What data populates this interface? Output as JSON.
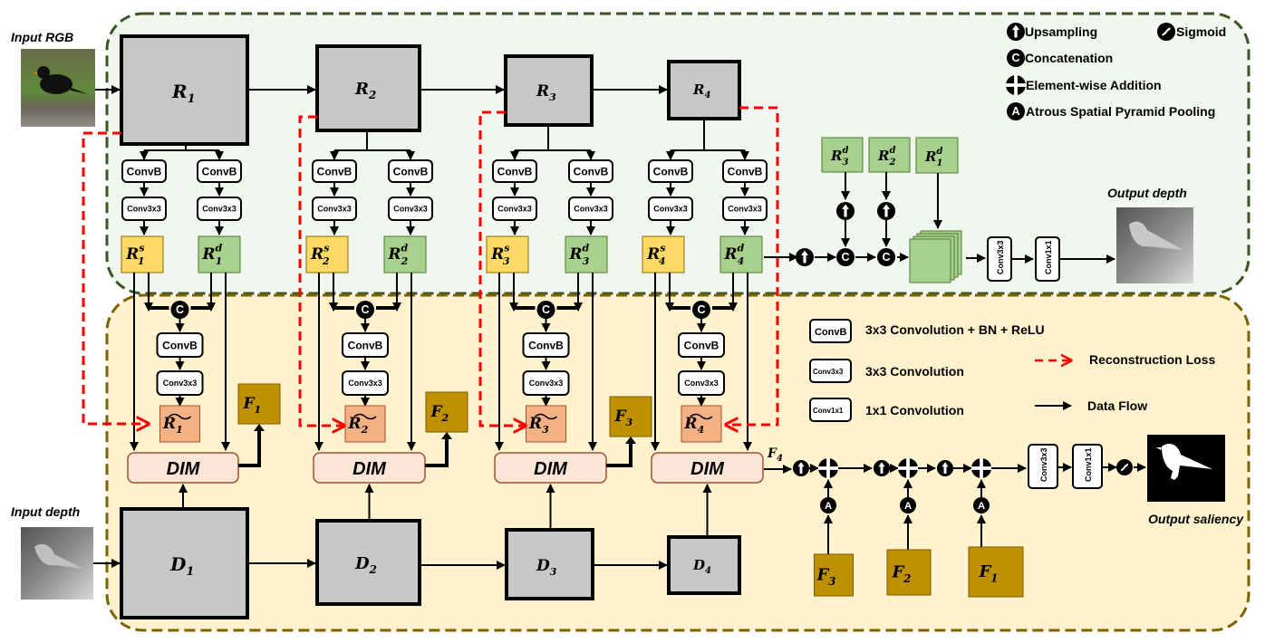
{
  "inputs": {
    "rgb_label": "Input RGB",
    "depth_label": "Input depth"
  },
  "outputs": {
    "depth_label": "Output depth",
    "saliency_label": "Output saliency"
  },
  "rgb_encoder": [
    {
      "name": "R",
      "sub": "1"
    },
    {
      "name": "R",
      "sub": "2"
    },
    {
      "name": "R",
      "sub": "3"
    },
    {
      "name": "R",
      "sub": "4"
    }
  ],
  "depth_encoder": [
    {
      "name": "D",
      "sub": "1"
    },
    {
      "name": "D",
      "sub": "2"
    },
    {
      "name": "D",
      "sub": "3"
    },
    {
      "name": "D",
      "sub": "4"
    }
  ],
  "branch": {
    "convb": "ConvB",
    "conv3x3": "Conv3x3",
    "conv1x1": "Conv1x1",
    "saliency_feature_sup": "s",
    "depth_feature_sup": "d",
    "concat_symbol": "C",
    "dim_label": "DIM",
    "recon_feature": "R"
  },
  "fusion_features": [
    {
      "name": "F",
      "sub": "1"
    },
    {
      "name": "F",
      "sub": "2"
    },
    {
      "name": "F",
      "sub": "3"
    },
    {
      "name": "F",
      "sub": "4"
    }
  ],
  "decoder": {
    "aspp_symbol": "A",
    "depth_decoder_inputs": [
      {
        "name": "R",
        "sup": "d",
        "sub": "3"
      },
      {
        "name": "R",
        "sup": "d",
        "sub": "2"
      },
      {
        "name": "R",
        "sup": "d",
        "sub": "1"
      }
    ],
    "saliency_decoder_inputs": [
      {
        "name": "F",
        "sub": "3"
      },
      {
        "name": "F",
        "sub": "2"
      },
      {
        "name": "F",
        "sub": "1"
      }
    ]
  },
  "legend_top": [
    {
      "icon": "upsampling-icon",
      "label": "Upsampling"
    },
    {
      "icon": "sigmoid-icon",
      "label": "Sigmoid"
    },
    {
      "icon": "concatenation-icon",
      "label": "Concatenation"
    },
    {
      "icon": "addition-icon",
      "label": "Element-wise Addition"
    },
    {
      "icon": "aspp-icon",
      "label": "Atrous Spatial Pyramid Pooling"
    }
  ],
  "legend_bottom": [
    {
      "box": "ConvB",
      "label": "3x3 Convolution + BN + ReLU"
    },
    {
      "box": "Conv3x3",
      "label": "3x3 Convolution"
    },
    {
      "box": "Conv1x1",
      "label": "1x1 Convolution"
    },
    {
      "line": "red-dashed-arrow",
      "label": "Reconstruction Loss"
    },
    {
      "line": "black-arrow",
      "label": "Data Flow"
    }
  ],
  "colors": {
    "rgb_region_bg": "#f1f6ef",
    "rgb_region_border": "#385723",
    "depth_region_bg": "#fff2cc",
    "depth_region_border": "#7f6000",
    "saliency_feature": "#ffd966",
    "depth_feature": "#a9d18e",
    "reconstruction": "#f4b183",
    "fusion": "#bf9000",
    "dim": "#fbe5d6",
    "encoder_block": "#c8c8c8",
    "recon_loss": "#ff0000"
  }
}
